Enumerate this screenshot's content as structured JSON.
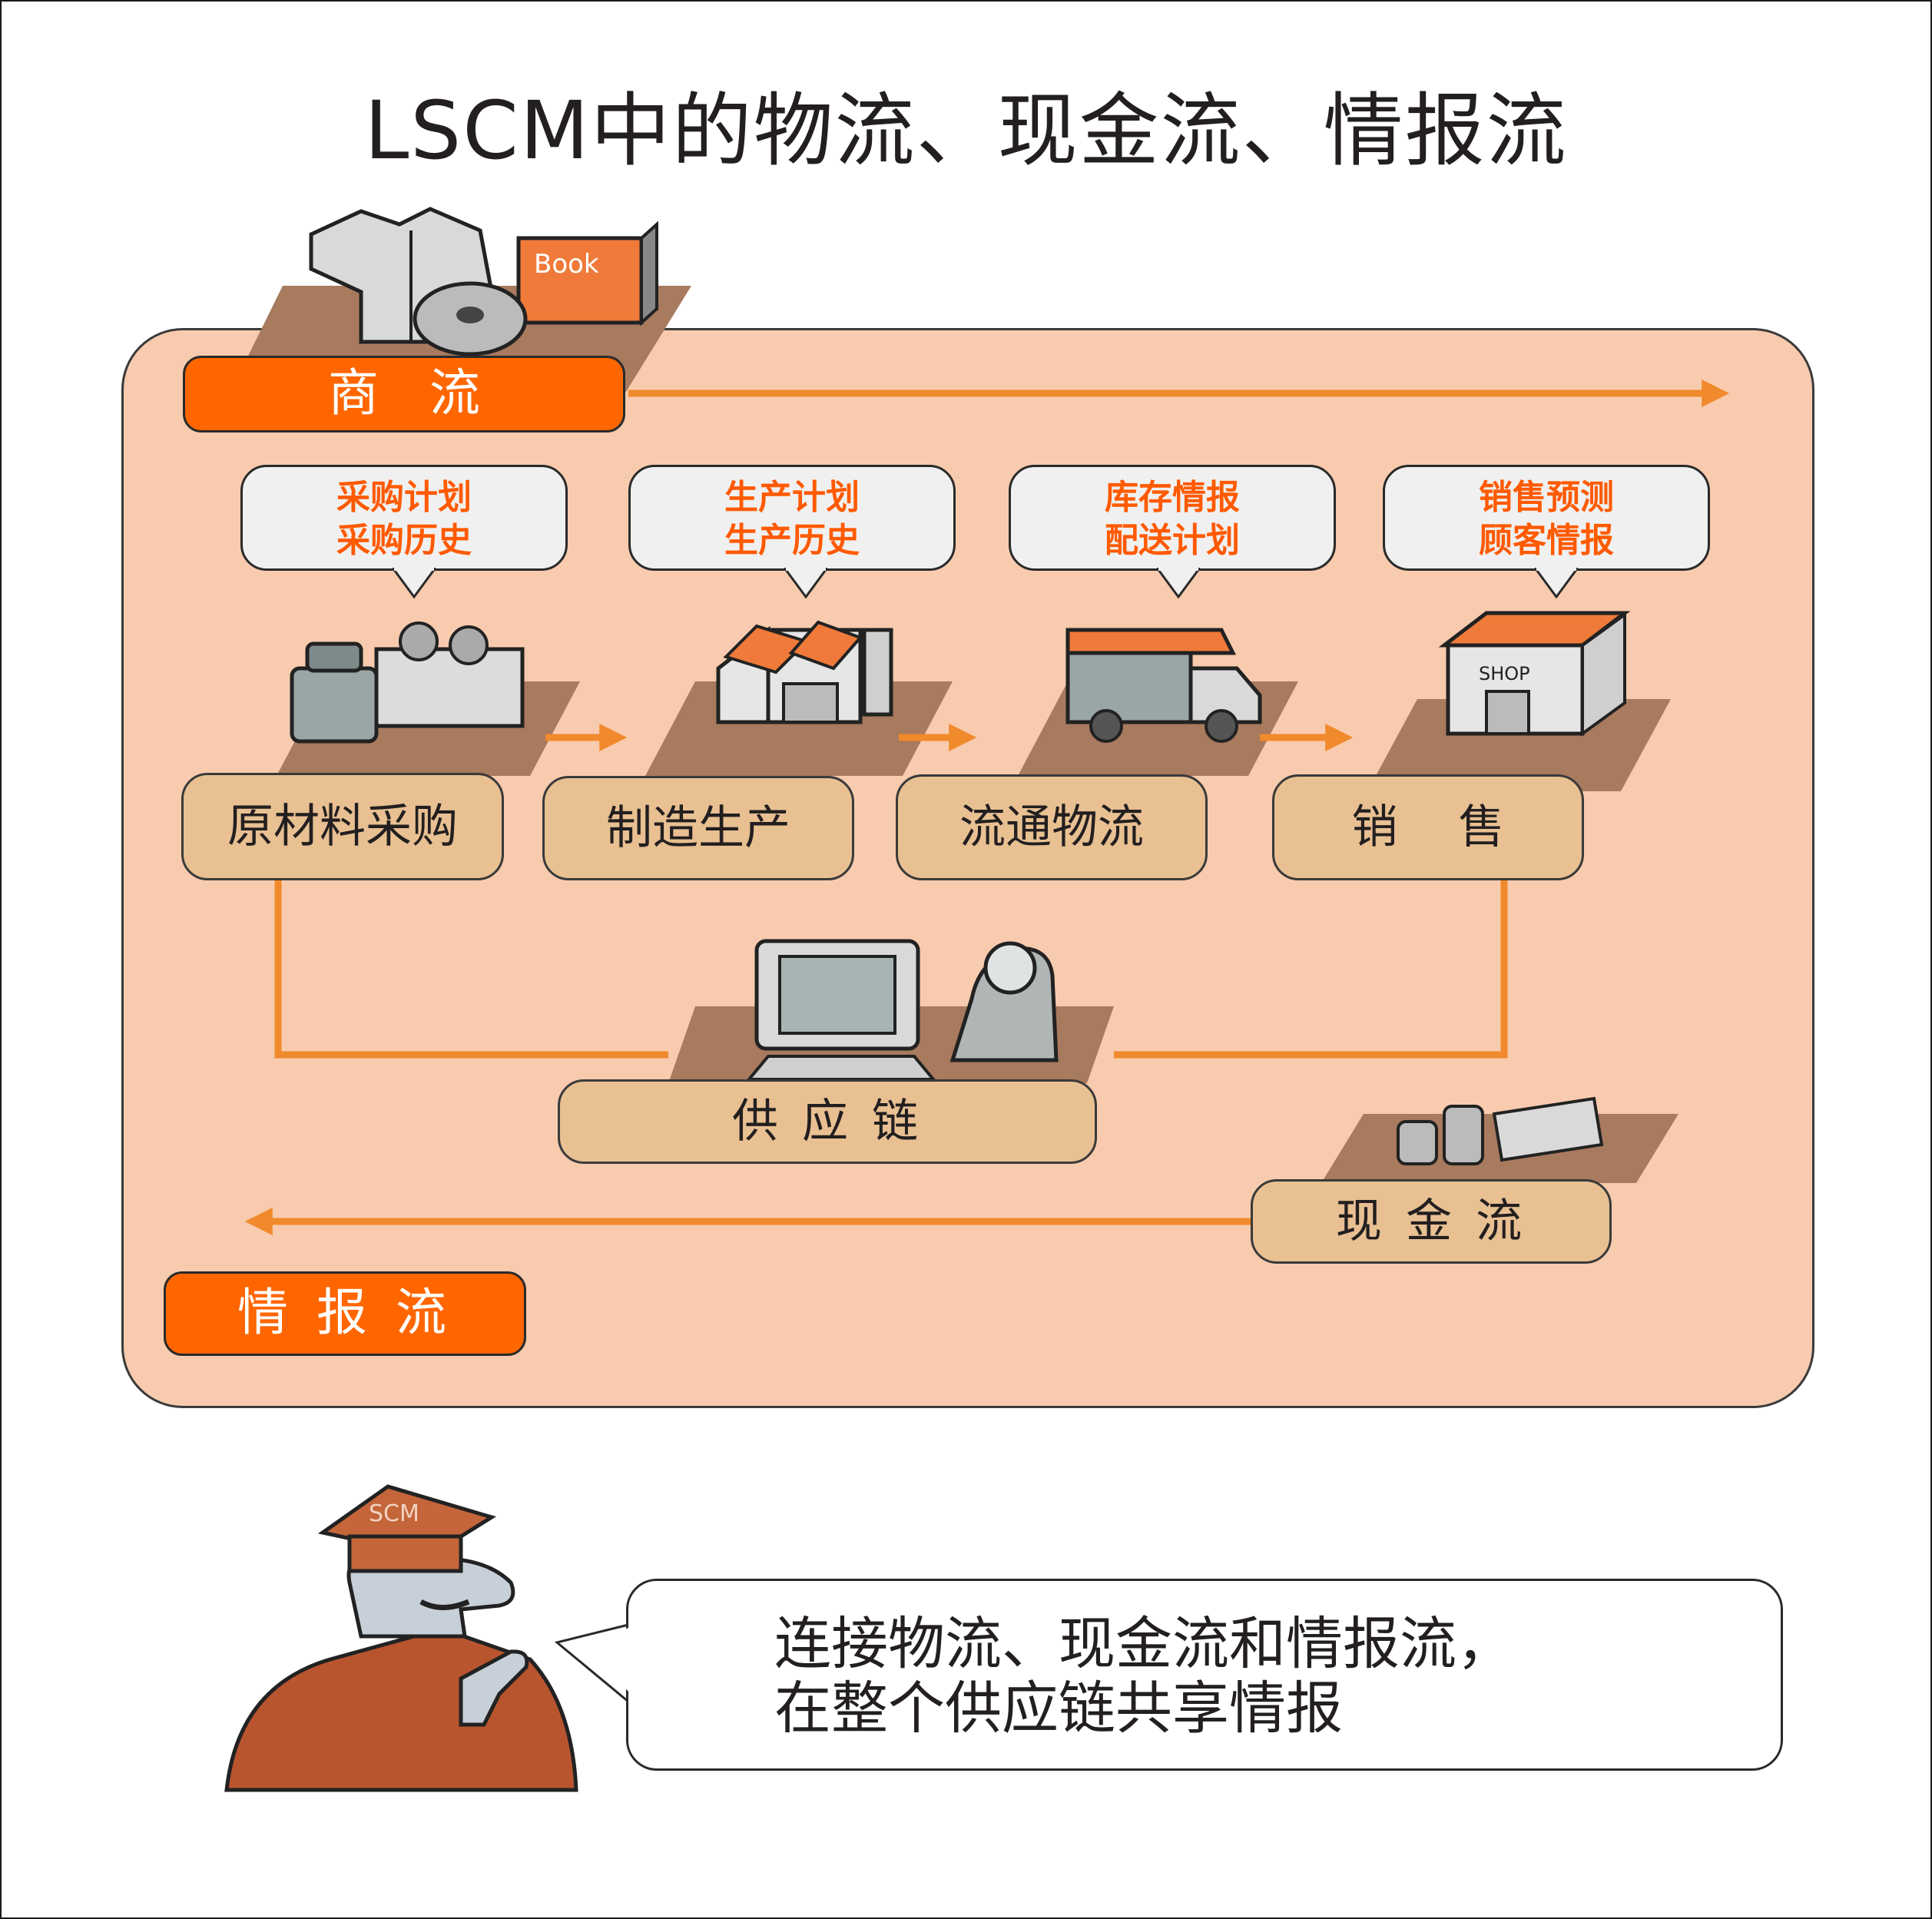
{
  "title": "LSCM中的物流、现金流、情报流",
  "commerce_flow": {
    "label": "商　流"
  },
  "info_flow": {
    "label": "情 报 流"
  },
  "stages": [
    {
      "label": "原材料采购",
      "bubble": [
        "采购计划",
        "采购历史"
      ]
    },
    {
      "label": "制造生产",
      "bubble": [
        "生产计划",
        "生产历史"
      ]
    },
    {
      "label": "流通物流",
      "bubble": [
        "库存情报",
        "配送计划"
      ]
    },
    {
      "label": "销　 售",
      "bubble": [
        "销售预测",
        "顾客情报"
      ]
    }
  ],
  "supply_chain": {
    "label": "供 应 链"
  },
  "cash_flow": {
    "label": "现 金 流"
  },
  "speech": {
    "lines": [
      "连接物流、现金流和情报流，",
      "在整个供应链共享情报"
    ]
  },
  "illustrations": {
    "book_text": "Book",
    "shop_text": "SHOP",
    "cap_text": "SCM"
  },
  "colors": {
    "accent": "#ff6600",
    "arrow": "#f08a2c",
    "panel": "#f8cbae",
    "stage_box": "#e8c092",
    "floor": "#a87a5e"
  }
}
